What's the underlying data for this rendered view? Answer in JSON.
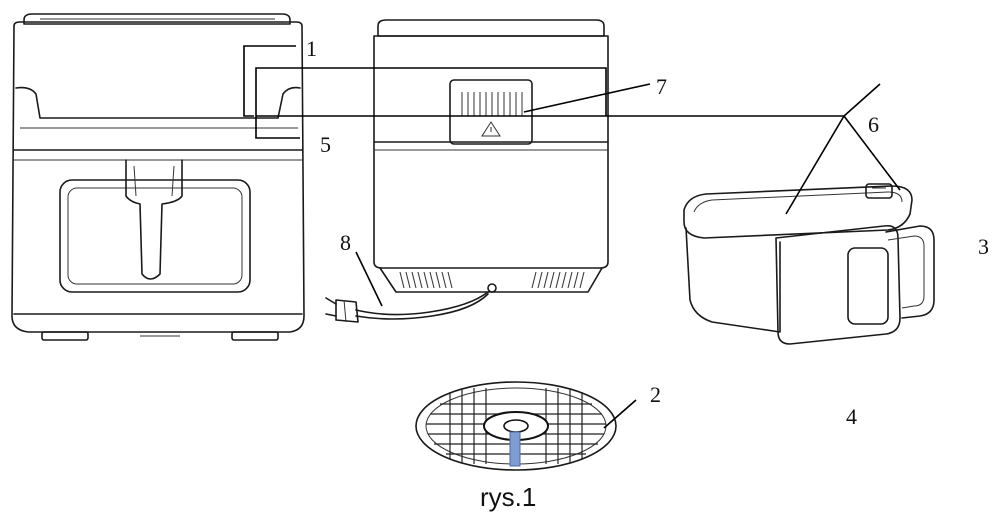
{
  "figure": {
    "caption": "rys.1",
    "callouts": [
      {
        "id": "1",
        "label": "1"
      },
      {
        "id": "2",
        "label": "2"
      },
      {
        "id": "3",
        "label": "3"
      },
      {
        "id": "4",
        "label": "4"
      },
      {
        "id": "5",
        "label": "5"
      },
      {
        "id": "6",
        "label": "6"
      },
      {
        "id": "7",
        "label": "7"
      },
      {
        "id": "8",
        "label": "8"
      }
    ],
    "icons": {
      "warning": "warning-triangle-icon",
      "plug": "power-plug-icon"
    }
  }
}
